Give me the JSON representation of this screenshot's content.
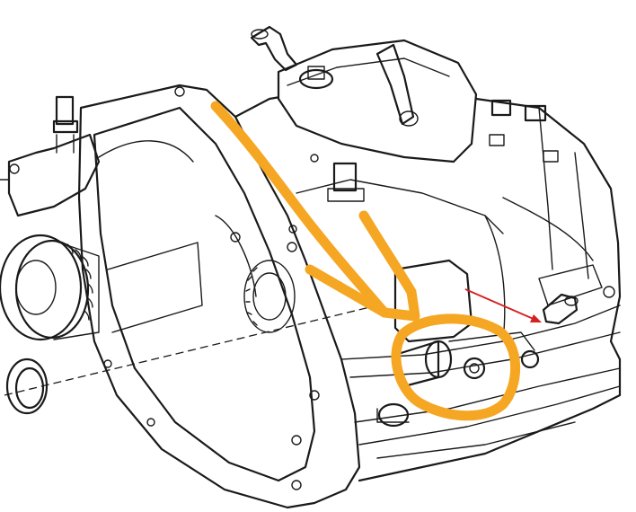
{
  "image": {
    "subject": "transmission-line-drawing",
    "background_color": "#ffffff",
    "line_color": "#1a1a1a"
  },
  "annotations": {
    "highlight_color": "#f5a623",
    "pointer_color": "#d62020",
    "markers": [
      {
        "kind": "double-arrow",
        "color": "#f5a623"
      },
      {
        "kind": "circle",
        "color": "#f5a623"
      },
      {
        "kind": "thin-arrow",
        "color": "#d62020"
      }
    ]
  }
}
